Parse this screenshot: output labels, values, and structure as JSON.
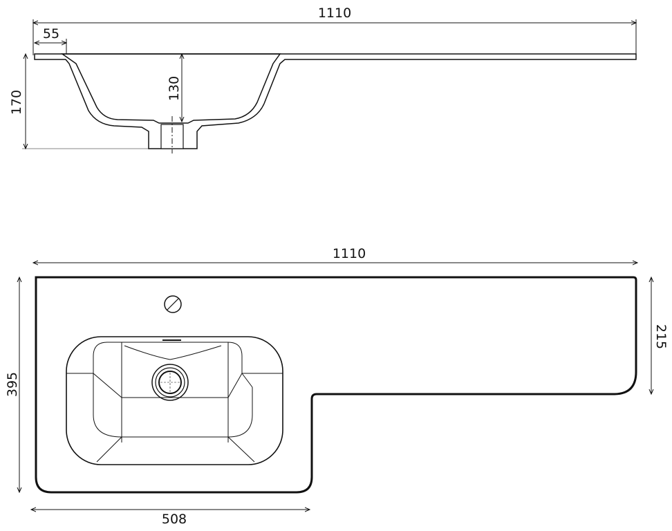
{
  "title": "Washbasin technical drawing",
  "section_view": {
    "overall_width": "1110",
    "rim_offset": "55",
    "overall_height": "170",
    "bowl_depth": "130"
  },
  "plan_view": {
    "overall_width": "1110",
    "overall_depth": "395",
    "narrow_depth": "215",
    "basin_section_width": "508"
  },
  "colors": {
    "line": "#111111",
    "background": "#ffffff"
  }
}
